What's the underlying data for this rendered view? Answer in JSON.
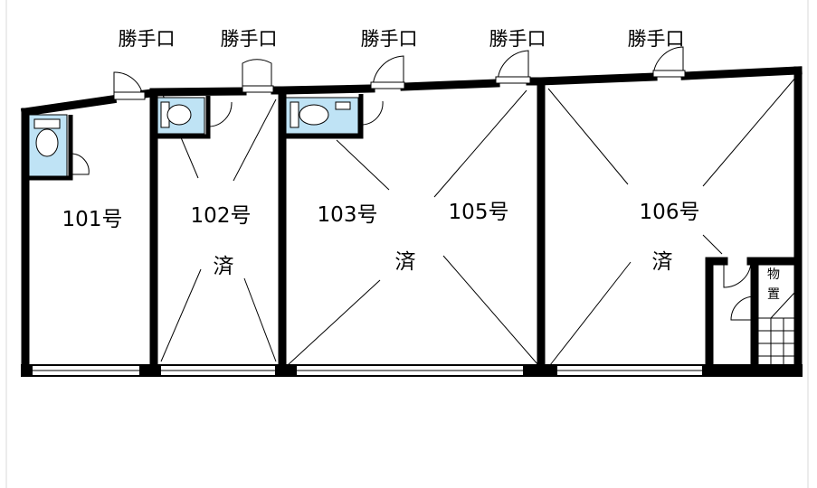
{
  "floor_plan": {
    "back_door_label": "勝手口",
    "storage_label": "物置",
    "units": [
      {
        "number": "101号",
        "status": ""
      },
      {
        "number": "102号",
        "status": "済"
      },
      {
        "number": "103号",
        "status": ""
      },
      {
        "number": "105号",
        "status": "済"
      },
      {
        "number": "106号",
        "status": "済"
      }
    ]
  },
  "colors": {
    "wall": "#000000",
    "toilet_fill": "#bfe3f5",
    "background": "#ffffff"
  }
}
